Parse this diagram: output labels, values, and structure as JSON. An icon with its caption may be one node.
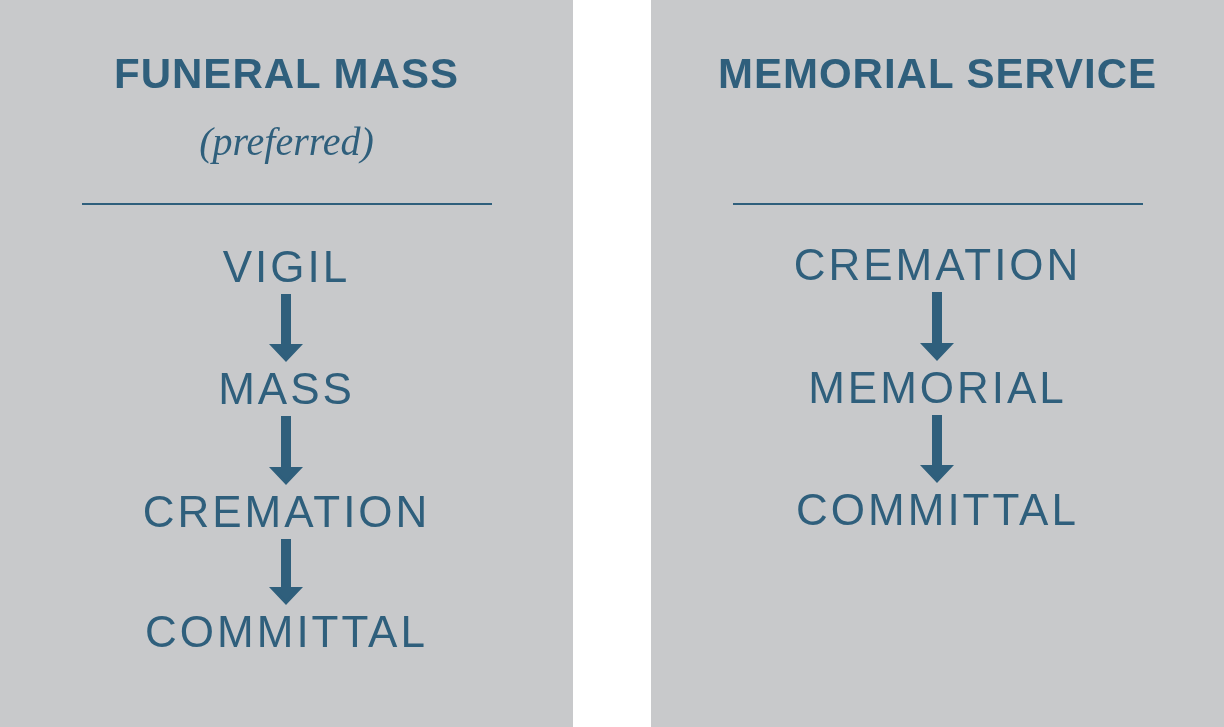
{
  "diagram": {
    "nodes": [
      {
        "text": [
          "FUNERAL MASS",
          "(preferred)"
        ]
      },
      {
        "text": [
          "VIGIL"
        ],
        "in": 0
      },
      {
        "text": [
          "MASS"
        ],
        "in": 0
      },
      {
        "text": [
          "CREMATION"
        ],
        "in": 0
      },
      {
        "text": [
          "COMMITTAL"
        ],
        "in": 0
      },
      {
        "text": [
          "MEMORIAL SERVICE"
        ]
      },
      {
        "text": [
          "CREMATION"
        ],
        "in": 5
      },
      {
        "text": [
          "MEMORIAL"
        ],
        "in": 5
      },
      {
        "text": [
          "COMMITTAL"
        ],
        "in": 5
      }
    ],
    "edges": [
      {
        "from": 1,
        "to": 2,
        "arrow": "to"
      },
      {
        "from": 2,
        "to": 3,
        "arrow": "to"
      },
      {
        "from": 3,
        "to": 4,
        "arrow": "to"
      },
      {
        "from": 6,
        "to": 7,
        "arrow": "to"
      },
      {
        "from": 7,
        "to": 8,
        "arrow": "to"
      }
    ]
  }
}
